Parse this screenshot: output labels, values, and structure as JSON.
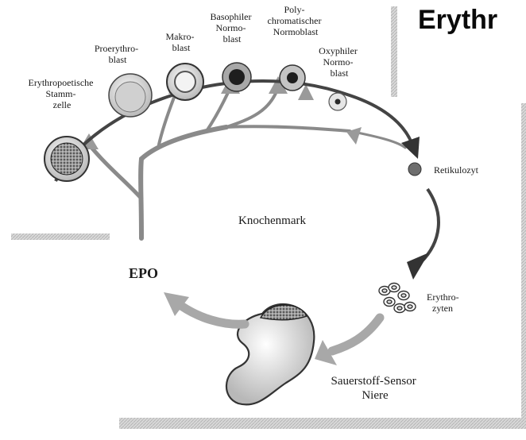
{
  "slide": {
    "title": "Erythr"
  },
  "diagram": {
    "stages": [
      {
        "lines": [
          "Erythropoetische",
          "Stamm-",
          "zelle"
        ]
      },
      {
        "lines": [
          "Proerythro-",
          "blast"
        ]
      },
      {
        "lines": [
          "Makro-",
          "blast"
        ]
      },
      {
        "lines": [
          "Basophiler",
          "Normo-",
          "blast"
        ]
      },
      {
        "lines": [
          "Poly-",
          "chromatischer",
          "Normoblast"
        ]
      },
      {
        "lines": [
          "Oxyphiler",
          "Normo-",
          "blast"
        ]
      }
    ],
    "bone_marrow_label": "Knochenmark",
    "reticulocyte_label": "Retikulozyt",
    "erythrocytes_lines": [
      "Erythro-",
      "zyten"
    ],
    "epo_label": "EPO",
    "sensor_lines": [
      "Sauerstoff-Sensor",
      "Niere"
    ]
  }
}
